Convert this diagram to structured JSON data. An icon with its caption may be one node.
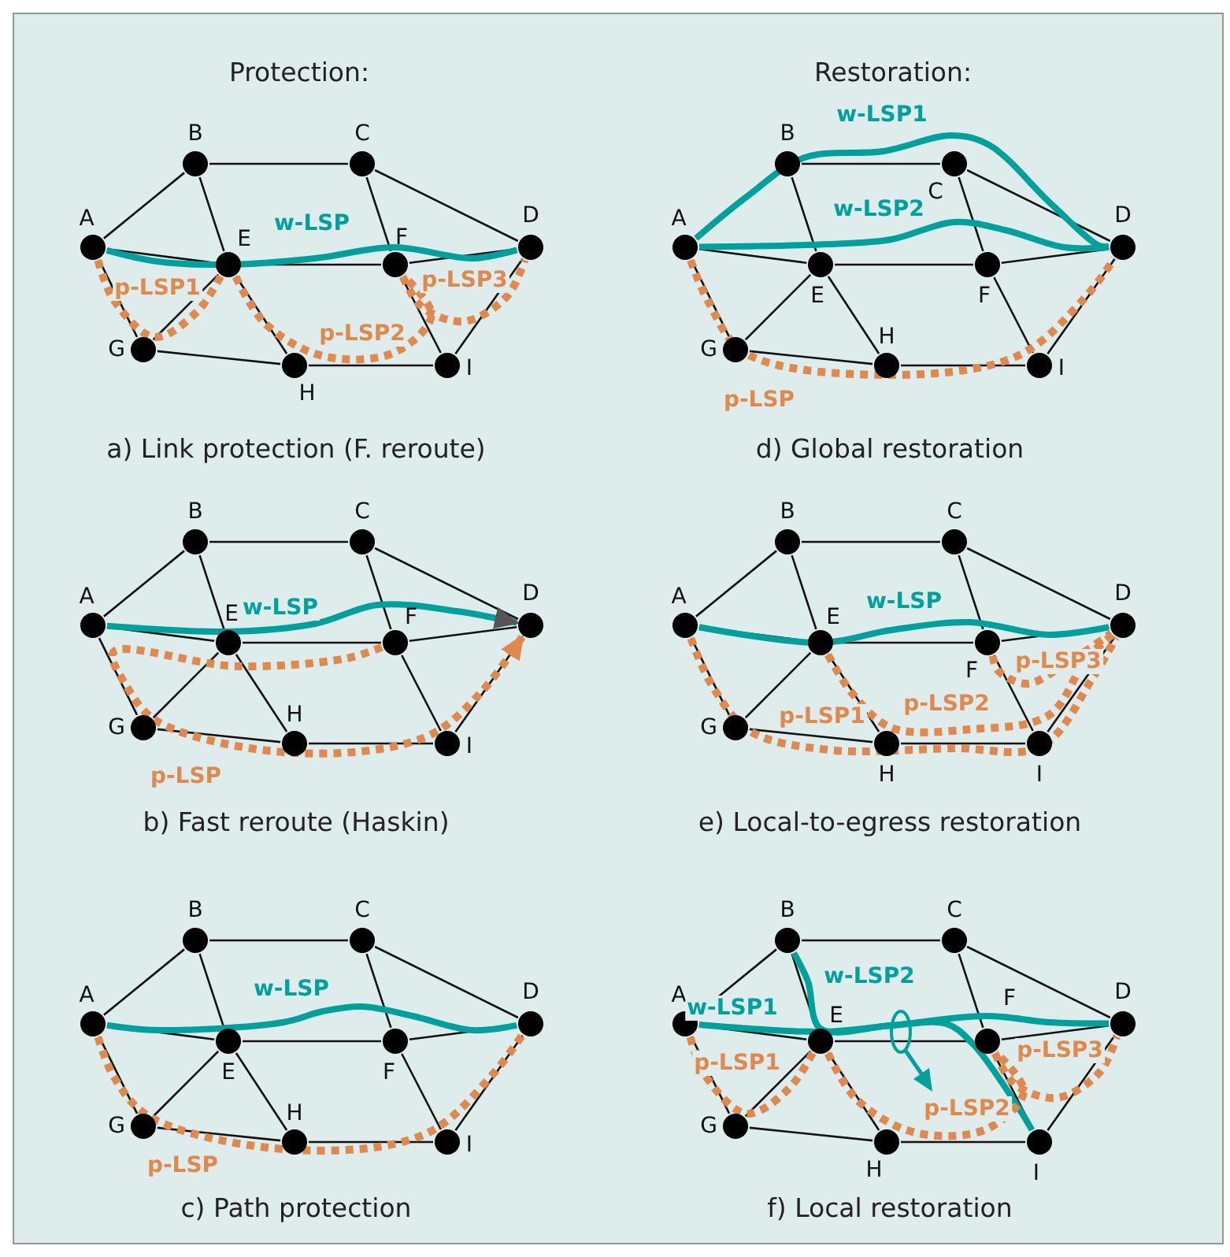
{
  "diagram": {
    "nodes": [
      {
        "text": [
          "A"
        ]
      },
      {
        "text": [
          "B"
        ]
      },
      {
        "text": [
          "C"
        ]
      },
      {
        "text": [
          "D"
        ]
      },
      {
        "text": [
          "E"
        ]
      },
      {
        "text": [
          "F"
        ]
      },
      {
        "text": [
          "G"
        ]
      },
      {
        "text": [
          "H"
        ]
      },
      {
        "text": [
          "I"
        ]
      },
      {
        "text": [
          "A"
        ]
      },
      {
        "text": [
          "B"
        ]
      },
      {
        "text": [
          "C"
        ]
      },
      {
        "text": [
          "D"
        ]
      },
      {
        "text": [
          "E"
        ]
      },
      {
        "text": [
          "F"
        ]
      },
      {
        "text": [
          "G"
        ]
      },
      {
        "text": [
          "H"
        ]
      },
      {
        "text": [
          "I"
        ]
      },
      {
        "text": [
          "A"
        ]
      },
      {
        "text": [
          "B"
        ]
      },
      {
        "text": [
          "C"
        ]
      },
      {
        "text": [
          "D"
        ]
      },
      {
        "text": [
          "E"
        ]
      },
      {
        "text": [
          "F"
        ]
      },
      {
        "text": [
          "G"
        ]
      },
      {
        "text": [
          "H"
        ]
      },
      {
        "text": [
          "I"
        ]
      },
      {
        "text": [
          "A"
        ]
      },
      {
        "text": [
          "B"
        ]
      },
      {
        "text": [
          "C"
        ]
      },
      {
        "text": [
          "D"
        ]
      },
      {
        "text": [
          "E"
        ]
      },
      {
        "text": [
          "F"
        ]
      },
      {
        "text": [
          "G"
        ]
      },
      {
        "text": [
          "H"
        ]
      },
      {
        "text": [
          "I"
        ]
      },
      {
        "text": [
          "A"
        ]
      },
      {
        "text": [
          "B"
        ]
      },
      {
        "text": [
          "C"
        ]
      },
      {
        "text": [
          "D"
        ]
      },
      {
        "text": [
          "E"
        ]
      },
      {
        "text": [
          "F"
        ]
      },
      {
        "text": [
          "G"
        ]
      },
      {
        "text": [
          "H"
        ]
      },
      {
        "text": [
          "I"
        ]
      },
      {
        "text": [
          "A"
        ]
      },
      {
        "text": [
          "B"
        ]
      },
      {
        "text": [
          "C"
        ]
      },
      {
        "text": [
          "D"
        ]
      },
      {
        "text": [
          "E"
        ]
      },
      {
        "text": [
          "F"
        ]
      },
      {
        "text": [
          "G"
        ]
      },
      {
        "text": [
          "H"
        ]
      },
      {
        "text": [
          "I"
        ]
      }
    ],
    "edges": [
      {
        "from": 0,
        "to": 1,
        "arrow": "none"
      },
      {
        "from": 1,
        "to": 2,
        "arrow": "none"
      },
      {
        "from": 2,
        "to": 3,
        "arrow": "none"
      },
      {
        "from": 0,
        "to": 4,
        "arrow": "none"
      },
      {
        "from": 1,
        "to": 4,
        "arrow": "none"
      },
      {
        "from": 2,
        "to": 5,
        "arrow": "none"
      },
      {
        "from": 4,
        "to": 5,
        "arrow": "none"
      },
      {
        "from": 5,
        "to": 3,
        "arrow": "none"
      },
      {
        "from": 0,
        "to": 6,
        "arrow": "none"
      },
      {
        "from": 4,
        "to": 6,
        "arrow": "none"
      },
      {
        "from": 4,
        "to": 7,
        "arrow": "none"
      },
      {
        "from": 6,
        "to": 7,
        "arrow": "none"
      },
      {
        "from": 7,
        "to": 8,
        "arrow": "none"
      },
      {
        "from": 5,
        "to": 8,
        "arrow": "none"
      },
      {
        "from": 8,
        "to": 3,
        "arrow": "none"
      },
      {
        "from": 0,
        "to": 3,
        "arrow": "none",
        "label": "w-LSP",
        "style": "thick",
        "color": "#00a09c"
      },
      {
        "from": 0,
        "to": 4,
        "arrow": "none",
        "label": "p-LSP1",
        "style": "dashed",
        "color": "#e0894f"
      },
      {
        "from": 4,
        "to": 5,
        "arrow": "none",
        "label": "p-LSP2",
        "style": "dashed",
        "color": "#e0894f"
      },
      {
        "from": 5,
        "to": 3,
        "arrow": "none",
        "label": "p-LSP3",
        "style": "dashed",
        "color": "#e0894f"
      },
      {
        "from": 9,
        "to": 10,
        "arrow": "none"
      },
      {
        "from": 10,
        "to": 11,
        "arrow": "none"
      },
      {
        "from": 11,
        "to": 12,
        "arrow": "none"
      },
      {
        "from": 9,
        "to": 13,
        "arrow": "none"
      },
      {
        "from": 10,
        "to": 13,
        "arrow": "none"
      },
      {
        "from": 11,
        "to": 14,
        "arrow": "none"
      },
      {
        "from": 13,
        "to": 14,
        "arrow": "none"
      },
      {
        "from": 14,
        "to": 12,
        "arrow": "none"
      },
      {
        "from": 9,
        "to": 15,
        "arrow": "none"
      },
      {
        "from": 13,
        "to": 15,
        "arrow": "none"
      },
      {
        "from": 13,
        "to": 16,
        "arrow": "none"
      },
      {
        "from": 15,
        "to": 16,
        "arrow": "none"
      },
      {
        "from": 16,
        "to": 17,
        "arrow": "none"
      },
      {
        "from": 14,
        "to": 17,
        "arrow": "none"
      },
      {
        "from": 17,
        "to": 12,
        "arrow": "none"
      },
      {
        "from": 9,
        "to": 12,
        "arrow": "none",
        "label": "w-LSP1",
        "style": "thick",
        "color": "#00a09c"
      },
      {
        "from": 9,
        "to": 12,
        "arrow": "none",
        "label": "w-LSP2",
        "style": "thick",
        "color": "#00a09c"
      },
      {
        "from": 9,
        "to": 12,
        "arrow": "none",
        "label": "p-LSP",
        "style": "dashed",
        "color": "#e0894f"
      },
      {
        "from": 18,
        "to": 19,
        "arrow": "none"
      },
      {
        "from": 19,
        "to": 20,
        "arrow": "none"
      },
      {
        "from": 20,
        "to": 21,
        "arrow": "none"
      },
      {
        "from": 18,
        "to": 22,
        "arrow": "none"
      },
      {
        "from": 19,
        "to": 22,
        "arrow": "none"
      },
      {
        "from": 20,
        "to": 23,
        "arrow": "none"
      },
      {
        "from": 22,
        "to": 23,
        "arrow": "none"
      },
      {
        "from": 23,
        "to": 21,
        "arrow": "none"
      },
      {
        "from": 18,
        "to": 24,
        "arrow": "none"
      },
      {
        "from": 22,
        "to": 24,
        "arrow": "none"
      },
      {
        "from": 22,
        "to": 25,
        "arrow": "none"
      },
      {
        "from": 24,
        "to": 25,
        "arrow": "none"
      },
      {
        "from": 25,
        "to": 26,
        "arrow": "none"
      },
      {
        "from": 23,
        "to": 26,
        "arrow": "none"
      },
      {
        "from": 26,
        "to": 21,
        "arrow": "none"
      },
      {
        "from": 18,
        "to": 21,
        "arrow": "to",
        "label": "w-LSP",
        "style": "thick",
        "color": "#00a09c"
      },
      {
        "from": 23,
        "to": 21,
        "arrow": "to",
        "label": "p-LSP",
        "style": "dashed",
        "color": "#e0894f"
      },
      {
        "from": 27,
        "to": 28,
        "arrow": "none"
      },
      {
        "from": 28,
        "to": 29,
        "arrow": "none"
      },
      {
        "from": 29,
        "to": 30,
        "arrow": "none"
      },
      {
        "from": 27,
        "to": 31,
        "arrow": "none"
      },
      {
        "from": 28,
        "to": 31,
        "arrow": "none"
      },
      {
        "from": 29,
        "to": 32,
        "arrow": "none"
      },
      {
        "from": 31,
        "to": 32,
        "arrow": "none"
      },
      {
        "from": 32,
        "to": 30,
        "arrow": "none"
      },
      {
        "from": 27,
        "to": 33,
        "arrow": "none"
      },
      {
        "from": 31,
        "to": 33,
        "arrow": "none"
      },
      {
        "from": 31,
        "to": 34,
        "arrow": "none"
      },
      {
        "from": 33,
        "to": 34,
        "arrow": "none"
      },
      {
        "from": 34,
        "to": 35,
        "arrow": "none"
      },
      {
        "from": 32,
        "to": 35,
        "arrow": "none"
      },
      {
        "from": 35,
        "to": 30,
        "arrow": "none"
      },
      {
        "from": 27,
        "to": 30,
        "arrow": "none",
        "label": "w-LSP",
        "style": "thick",
        "color": "#00a09c"
      },
      {
        "from": 27,
        "to": 30,
        "arrow": "none",
        "label": "p-LSP1",
        "style": "dashed",
        "color": "#e0894f"
      },
      {
        "from": 31,
        "to": 30,
        "arrow": "none",
        "label": "p-LSP2",
        "style": "dashed",
        "color": "#e0894f"
      },
      {
        "from": 32,
        "to": 30,
        "arrow": "none",
        "label": "p-LSP3",
        "style": "dashed",
        "color": "#e0894f"
      },
      {
        "from": 36,
        "to": 37,
        "arrow": "none"
      },
      {
        "from": 37,
        "to": 38,
        "arrow": "none"
      },
      {
        "from": 38,
        "to": 39,
        "arrow": "none"
      },
      {
        "from": 36,
        "to": 40,
        "arrow": "none"
      },
      {
        "from": 37,
        "to": 40,
        "arrow": "none"
      },
      {
        "from": 38,
        "to": 41,
        "arrow": "none"
      },
      {
        "from": 40,
        "to": 41,
        "arrow": "none"
      },
      {
        "from": 41,
        "to": 39,
        "arrow": "none"
      },
      {
        "from": 36,
        "to": 42,
        "arrow": "none"
      },
      {
        "from": 40,
        "to": 42,
        "arrow": "none"
      },
      {
        "from": 40,
        "to": 43,
        "arrow": "none"
      },
      {
        "from": 42,
        "to": 43,
        "arrow": "none"
      },
      {
        "from": 43,
        "to": 44,
        "arrow": "none"
      },
      {
        "from": 41,
        "to": 44,
        "arrow": "none"
      },
      {
        "from": 44,
        "to": 39,
        "arrow": "none"
      },
      {
        "from": 36,
        "to": 39,
        "arrow": "none",
        "label": "w-LSP",
        "style": "thick",
        "color": "#00a09c"
      },
      {
        "from": 36,
        "to": 39,
        "arrow": "none",
        "label": "p-LSP",
        "style": "dashed",
        "color": "#e0894f"
      },
      {
        "from": 45,
        "to": 46,
        "arrow": "none"
      },
      {
        "from": 46,
        "to": 47,
        "arrow": "none"
      },
      {
        "from": 47,
        "to": 48,
        "arrow": "none"
      },
      {
        "from": 45,
        "to": 49,
        "arrow": "none"
      },
      {
        "from": 46,
        "to": 49,
        "arrow": "none"
      },
      {
        "from": 47,
        "to": 50,
        "arrow": "none"
      },
      {
        "from": 49,
        "to": 50,
        "arrow": "none"
      },
      {
        "from": 50,
        "to": 48,
        "arrow": "none"
      },
      {
        "from": 45,
        "to": 51,
        "arrow": "none"
      },
      {
        "from": 49,
        "to": 51,
        "arrow": "none"
      },
      {
        "from": 49,
        "to": 52,
        "arrow": "none"
      },
      {
        "from": 51,
        "to": 52,
        "arrow": "none"
      },
      {
        "from": 52,
        "to": 53,
        "arrow": "none"
      },
      {
        "from": 50,
        "to": 53,
        "arrow": "none"
      },
      {
        "from": 53,
        "to": 48,
        "arrow": "none"
      },
      {
        "from": 45,
        "to": 48,
        "arrow": "none",
        "label": "w-LSP1",
        "style": "thick",
        "color": "#00a09c"
      },
      {
        "from": 46,
        "to": 53,
        "arrow": "none",
        "label": "w-LSP2",
        "style": "thick",
        "color": "#00a09c"
      },
      {
        "from": 45,
        "to": 49,
        "arrow": "none",
        "label": "p-LSP1",
        "style": "dashed",
        "color": "#e0894f"
      },
      {
        "from": 49,
        "to": 50,
        "arrow": "none",
        "label": "p-LSP2",
        "style": "dashed",
        "color": "#e0894f"
      },
      {
        "from": 50,
        "to": 48,
        "arrow": "none",
        "label": "p-LSP3",
        "style": "dashed",
        "color": "#e0894f"
      }
    ],
    "labels": [
      "Protection:",
      "Restoration:",
      "a) Link protection (F. reroute)",
      "d) Global restoration",
      "b) Fast reroute (Haskin)",
      "e) Local-to-egress restoration",
      "c) Path protection",
      "f) Local restoration"
    ]
  }
}
